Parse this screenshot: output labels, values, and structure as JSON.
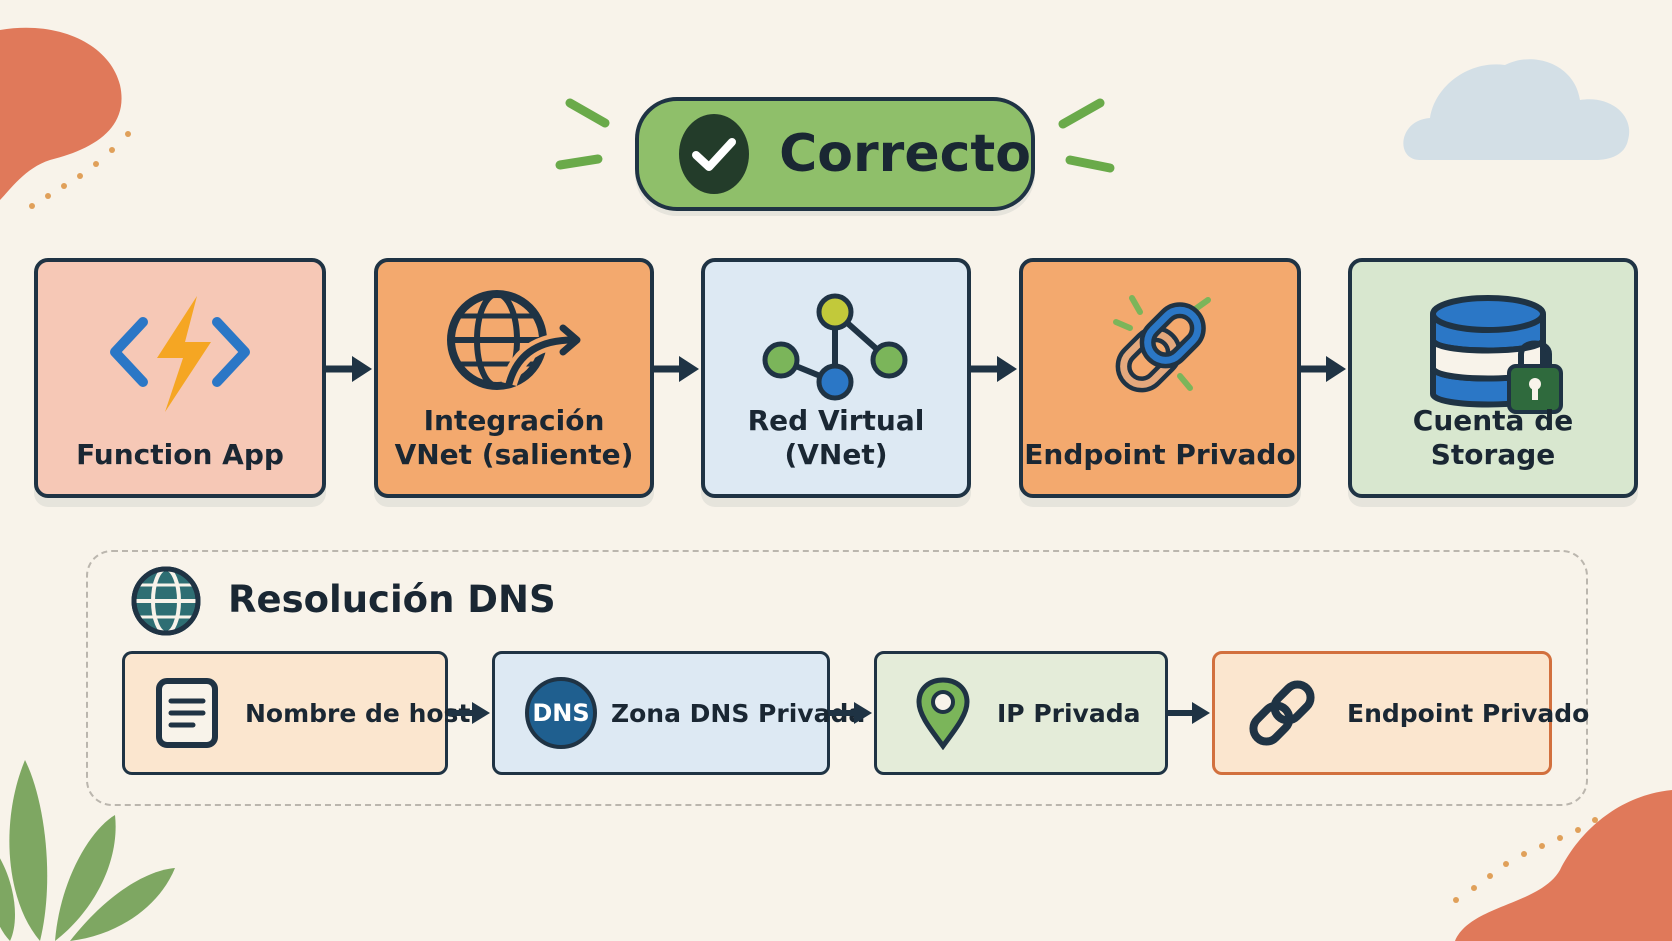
{
  "status": {
    "label": "Correcto"
  },
  "flow": [
    {
      "label": "Function App"
    },
    {
      "label": "Integración\nVNet (saliente)"
    },
    {
      "label": "Red Virtual\n(VNet)"
    },
    {
      "label": "Endpoint Privado"
    },
    {
      "label": "Cuenta de Storage"
    }
  ],
  "dns": {
    "title": "Resolución DNS",
    "steps": [
      {
        "label": "Nombre de host"
      },
      {
        "label": "Zona DNS Privada",
        "icon_text": "DNS"
      },
      {
        "label": "IP Privada"
      },
      {
        "label": "Endpoint Privado"
      }
    ]
  },
  "colors": {
    "background": "#f8f3ea",
    "outline": "#1f3344",
    "success": "#8fbf6a",
    "pink": "#f6c8b6",
    "orange": "#f3a96e",
    "lightblue": "#dde9f3",
    "lightgreen": "#d8e7cf"
  }
}
